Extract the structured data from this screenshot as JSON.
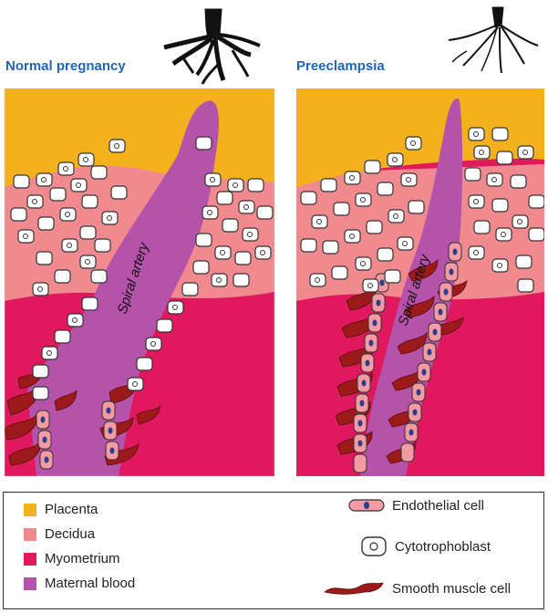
{
  "panels": [
    {
      "title": "Normal pregnancy",
      "artery_label": "Spiral artery"
    },
    {
      "title": "Preeclampsia",
      "artery_label": "Spiral artery"
    }
  ],
  "colors": {
    "placenta": "#f3b11e",
    "decidua": "#f08a8e",
    "myometrium": "#e0195f",
    "maternal_blood": "#b552a9",
    "smooth_muscle": "#9c1a1a",
    "endothelial": "#f39aa3",
    "nucleus": "#2a3f8a",
    "title_blue": "#1f66b3"
  },
  "legend": {
    "tissues": [
      {
        "label": "Placenta",
        "color": "#f3b11e"
      },
      {
        "label": "Decidua",
        "color": "#f08a8e"
      },
      {
        "label": "Myometrium",
        "color": "#e0195f"
      },
      {
        "label": "Maternal blood",
        "color": "#b552a9"
      }
    ],
    "cells": [
      {
        "label": "Endothelial cell",
        "icon": "endothelial-cell-icon"
      },
      {
        "label": "Cytotrophoblast",
        "icon": "cytotrophoblast-icon"
      },
      {
        "label": "Smooth muscle cell",
        "icon": "smooth-muscle-cell-icon"
      }
    ]
  }
}
